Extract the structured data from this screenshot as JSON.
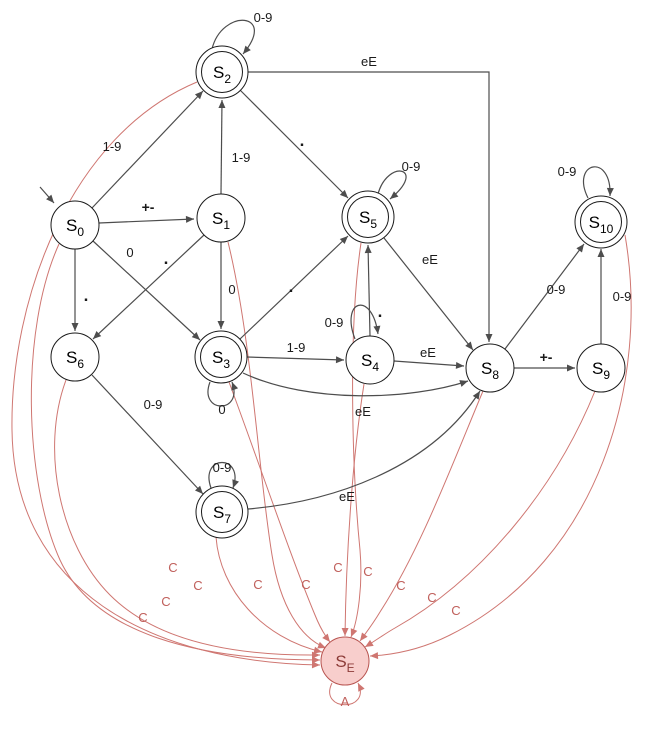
{
  "diagram": {
    "type": "state-machine",
    "colors": {
      "background": "#ffffff",
      "edge-normal": "#4d4d4d",
      "edge-error": "#cf7671",
      "label-normal": "#1a1a1a",
      "label-error": "#c0605c",
      "state-fill": "#ffffff",
      "state-stroke": "#1a1a1a",
      "error-state-fill": "#f8cecc",
      "error-state-stroke": "#b85450",
      "error-state-text": "#8c3b37"
    },
    "states": {
      "s0": {
        "base": "S",
        "sub": "0"
      },
      "s1": {
        "base": "S",
        "sub": "1"
      },
      "s2": {
        "base": "S",
        "sub": "2"
      },
      "s3": {
        "base": "S",
        "sub": "3"
      },
      "s4": {
        "base": "S",
        "sub": "4"
      },
      "s5": {
        "base": "S",
        "sub": "5"
      },
      "s6": {
        "base": "S",
        "sub": "6"
      },
      "s7": {
        "base": "S",
        "sub": "7"
      },
      "s8": {
        "base": "S",
        "sub": "8"
      },
      "s9": {
        "base": "S",
        "sub": "9"
      },
      "s10": {
        "base": "S",
        "sub": "10"
      },
      "se": {
        "base": "S",
        "sub": "E"
      }
    },
    "labels": {
      "s0_s2": "1-9",
      "s0_s1": "+-",
      "s0_s3": "0",
      "s0_s6": ".",
      "s1_s2": "1-9",
      "s1_s3": "0",
      "s1_s6": ".",
      "s2_loop": "0-9",
      "s2_s5": ".",
      "s2_s8": "eE",
      "s3_loop": "0",
      "s3_s4": "1-9",
      "s3_s5": ".",
      "s3_s8": "eE",
      "s4_loop": "0-9",
      "s4_s5": ".",
      "s4_s8": "eE",
      "s5_loop": "0-9",
      "s5_s8": "eE",
      "s6_s7": "0-9",
      "s7_loop": "0-9",
      "s7_s8": "eE",
      "s8_s9": "+-",
      "s8_s10": "0-9",
      "s9_s10": "0-9",
      "s10_loop": "0-9",
      "error_char": "C",
      "se_loop": "A"
    }
  }
}
